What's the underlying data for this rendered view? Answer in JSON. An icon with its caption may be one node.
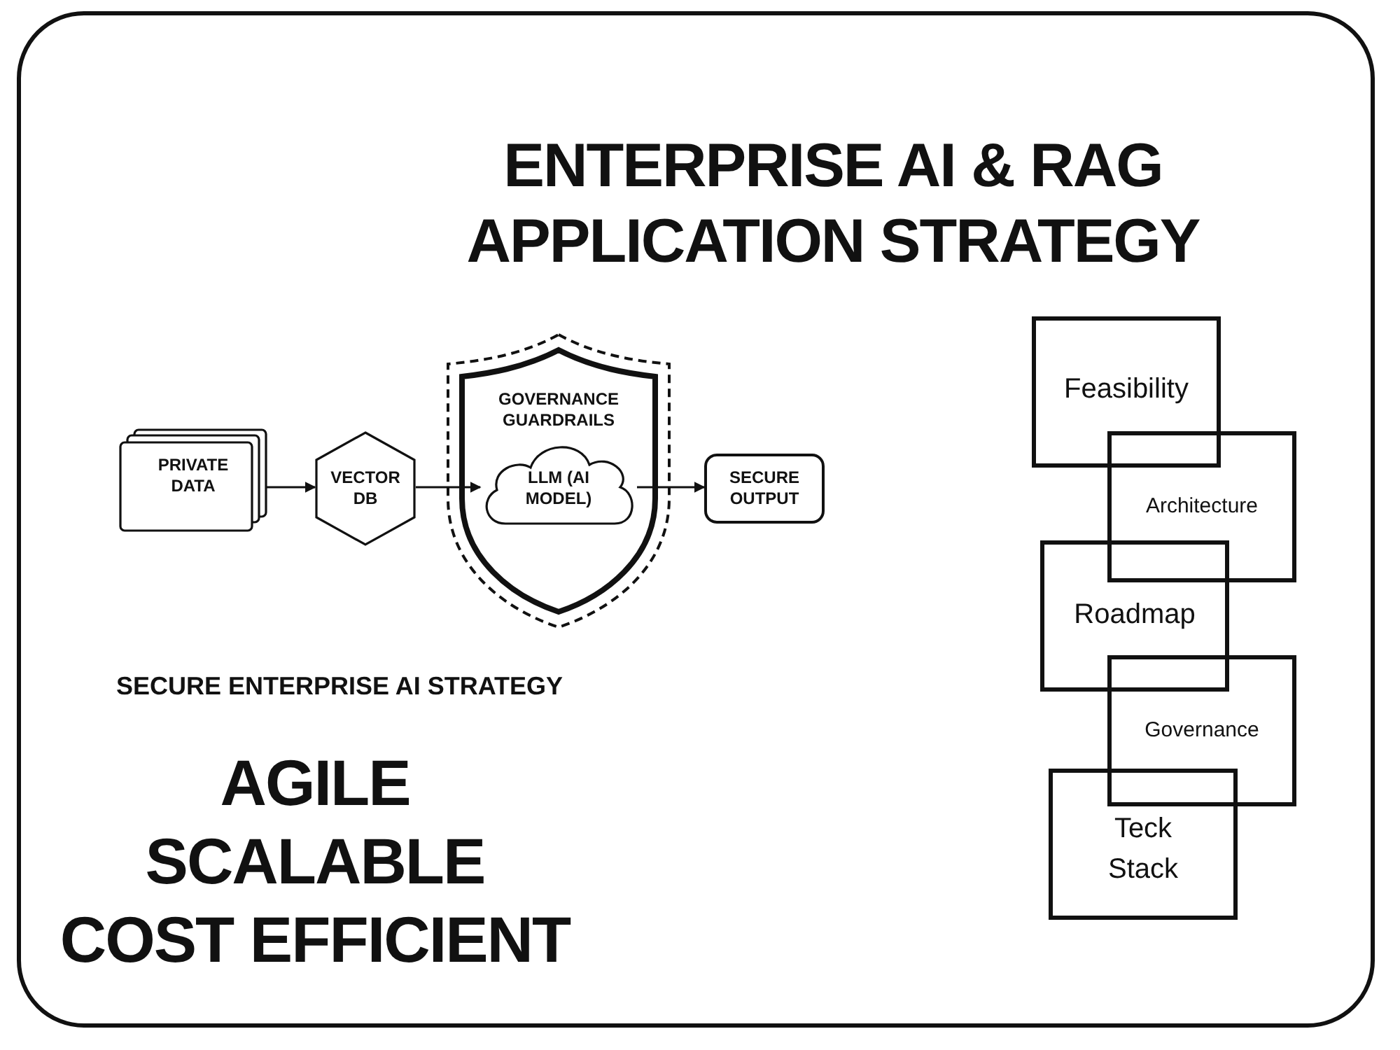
{
  "diagram": {
    "title": "ENTERPRISE AI & RAG APPLICATION STRATEGY",
    "nodes": [
      {
        "text": [
          "PRIVATE DATA"
        ]
      },
      {
        "text": [
          "VECTOR DB"
        ]
      },
      {
        "text": [
          "GOVERNANCE GUARDRAILS"
        ]
      },
      {
        "text": [
          "LLM (AI MODEL)"
        ],
        "in": 2
      },
      {
        "text": [
          "SECURE OUTPUT"
        ]
      },
      {
        "text": [
          "Feasibility"
        ]
      },
      {
        "text": [
          "Architecture"
        ]
      },
      {
        "text": [
          "Roadmap"
        ]
      },
      {
        "text": [
          "Governance"
        ]
      },
      {
        "text": [
          "Teck Stack"
        ]
      }
    ],
    "edges": [
      {
        "from": 0,
        "to": 1,
        "arrow": "to"
      },
      {
        "from": 1,
        "to": 3,
        "arrow": "to"
      },
      {
        "from": 3,
        "to": 4,
        "arrow": "to"
      }
    ],
    "labels": [
      "SECURE ENTERPRISE AI STRATEGY",
      "AGILE",
      "SCALABLE",
      "COST EFFICIENT"
    ]
  }
}
